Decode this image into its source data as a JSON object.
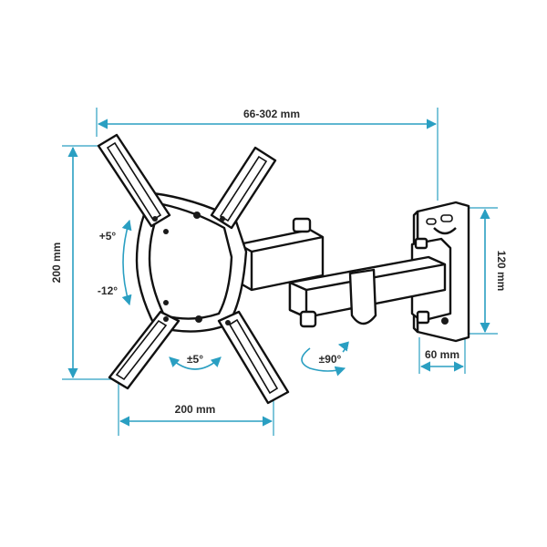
{
  "dimensions": {
    "width_range": "66-302 mm",
    "vesa_height": "200 mm",
    "vesa_width": "200 mm",
    "plate_height": "120 mm",
    "plate_width": "60 mm"
  },
  "adjustments": {
    "tilt_up": "+5°",
    "tilt_down": "-12°",
    "rotate": "±5°",
    "swivel": "±90°"
  },
  "colors": {
    "accent": "#2a9fc2",
    "outline": "#111111"
  }
}
